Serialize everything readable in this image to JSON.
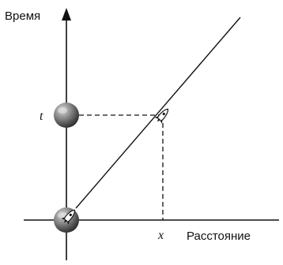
{
  "labels": {
    "y_axis": "Время",
    "x_axis": "Расстояние",
    "t": "t",
    "x": "x"
  },
  "colors": {
    "axis": "#111111",
    "planet": "#8a8a8a",
    "rocket": "#ffffff"
  },
  "icons": {
    "planet": "planet-icon",
    "rocket": "rocket-icon"
  }
}
